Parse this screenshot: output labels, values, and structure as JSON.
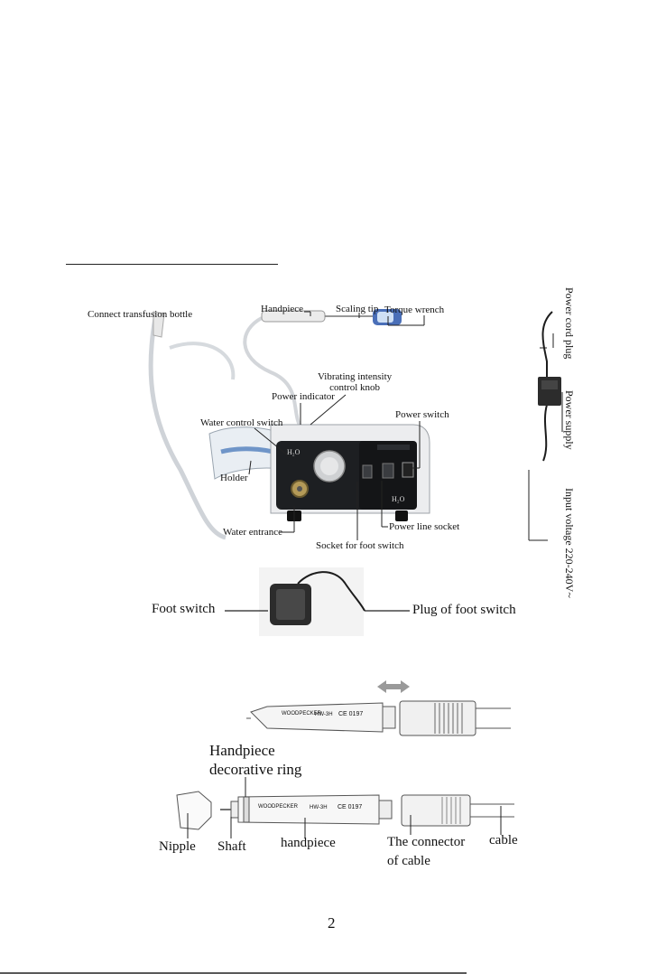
{
  "page": {
    "number": "2"
  },
  "console_diagram": {
    "labels": {
      "transfusion": "Connect transfusion bottle",
      "handpiece": "Handpiece",
      "scaling_tip": "Scaling tip",
      "torque_wrench": "Torque  wrench",
      "vibrating_knob": "Vibrating intensity\ncontrol knob",
      "power_indicator": "Power indicator",
      "power_switch": "Power switch",
      "water_control": "Water control switch",
      "holder": "Holder",
      "water_entrance": "Water entrance",
      "power_line_socket": "Power line socket",
      "foot_switch_socket": "Socket for foot switch"
    },
    "side_labels": {
      "power_cord_plug": "Power cord plug",
      "power_supply": "Power supply",
      "input_voltage": "Input voltage 220-240V~"
    },
    "device_text": {
      "h2o_left": "H₂O",
      "h2o_right": "H₂O"
    }
  },
  "foot_switch_diagram": {
    "foot_switch": "Foot switch",
    "plug": "Plug of foot switch"
  },
  "handpiece_diagram": {
    "decorative_ring": "Handpiece\ndecorative ring",
    "nipple": "Nipple",
    "shaft": "Shaft",
    "handpiece": "handpiece",
    "connector": "The connector\nof cable",
    "cable": "cable",
    "brand": "WOODPECKER",
    "model": "HW-3H",
    "ce_mark": "CE 0197"
  }
}
